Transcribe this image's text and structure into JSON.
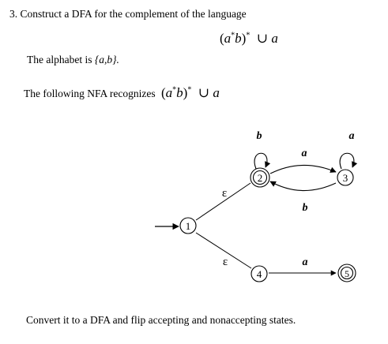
{
  "problem": {
    "number": "3.",
    "prompt": "Construct a DFA for the complement of the language",
    "display_expr": {
      "open": "(",
      "a": "a",
      "star1": "*",
      "b": "b",
      "close": ")",
      "star2": "*",
      "union": "∪",
      "a2": "a"
    },
    "alphabet_prefix": "The alphabet is",
    "alphabet_set": "{a,b}.",
    "nfa_prefix": "The following NFA recognizes",
    "closing": "Convert it to a DFA and flip accepting and nonaccepting states."
  },
  "nfa": {
    "states": [
      {
        "id": "1",
        "label": "1",
        "start": true,
        "accepting": false
      },
      {
        "id": "2",
        "label": "2",
        "start": false,
        "accepting": true
      },
      {
        "id": "3",
        "label": "3",
        "start": false,
        "accepting": false
      },
      {
        "id": "4",
        "label": "4",
        "start": false,
        "accepting": false
      },
      {
        "id": "5",
        "label": "5",
        "start": false,
        "accepting": true
      }
    ],
    "transitions": [
      {
        "from": "1",
        "to": "2",
        "label": "ε"
      },
      {
        "from": "1",
        "to": "4",
        "label": "ε"
      },
      {
        "from": "2",
        "to": "2",
        "label": "b"
      },
      {
        "from": "2",
        "to": "3",
        "label": "a"
      },
      {
        "from": "3",
        "to": "2",
        "label": "b"
      },
      {
        "from": "3",
        "to": "3",
        "label": "a"
      },
      {
        "from": "4",
        "to": "5",
        "label": "a"
      }
    ]
  }
}
